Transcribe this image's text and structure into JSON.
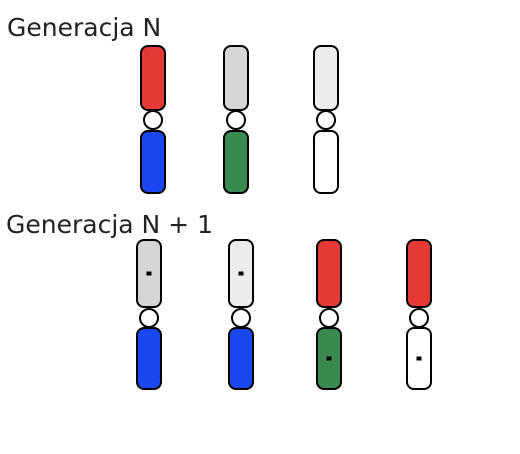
{
  "generations": [
    {
      "label": "Generacja N",
      "chromosomes": [
        {
          "upper": "red",
          "lower": "blue",
          "upper_mark": false,
          "lower_mark": false
        },
        {
          "upper": "lightgray",
          "lower": "green",
          "upper_mark": false,
          "lower_mark": false
        },
        {
          "upper": "offwhite",
          "lower": "white",
          "upper_mark": false,
          "lower_mark": false
        }
      ]
    },
    {
      "label": "Generacja N + 1",
      "chromosomes": [
        {
          "upper": "lightgray",
          "lower": "blue",
          "upper_mark": true,
          "lower_mark": false
        },
        {
          "upper": "offwhite",
          "lower": "blue",
          "upper_mark": true,
          "lower_mark": false
        },
        {
          "upper": "red",
          "lower": "green",
          "upper_mark": false,
          "lower_mark": true
        },
        {
          "upper": "red",
          "lower": "white",
          "upper_mark": false,
          "lower_mark": true
        }
      ]
    }
  ],
  "colors": {
    "red": "#e53935",
    "blue": "#1a47f0",
    "green": "#3a8a4f",
    "lightgray": "#d6d6d6",
    "offwhite": "#ececec",
    "white": "#ffffff",
    "outline": "#000000",
    "mark": "#000000"
  }
}
